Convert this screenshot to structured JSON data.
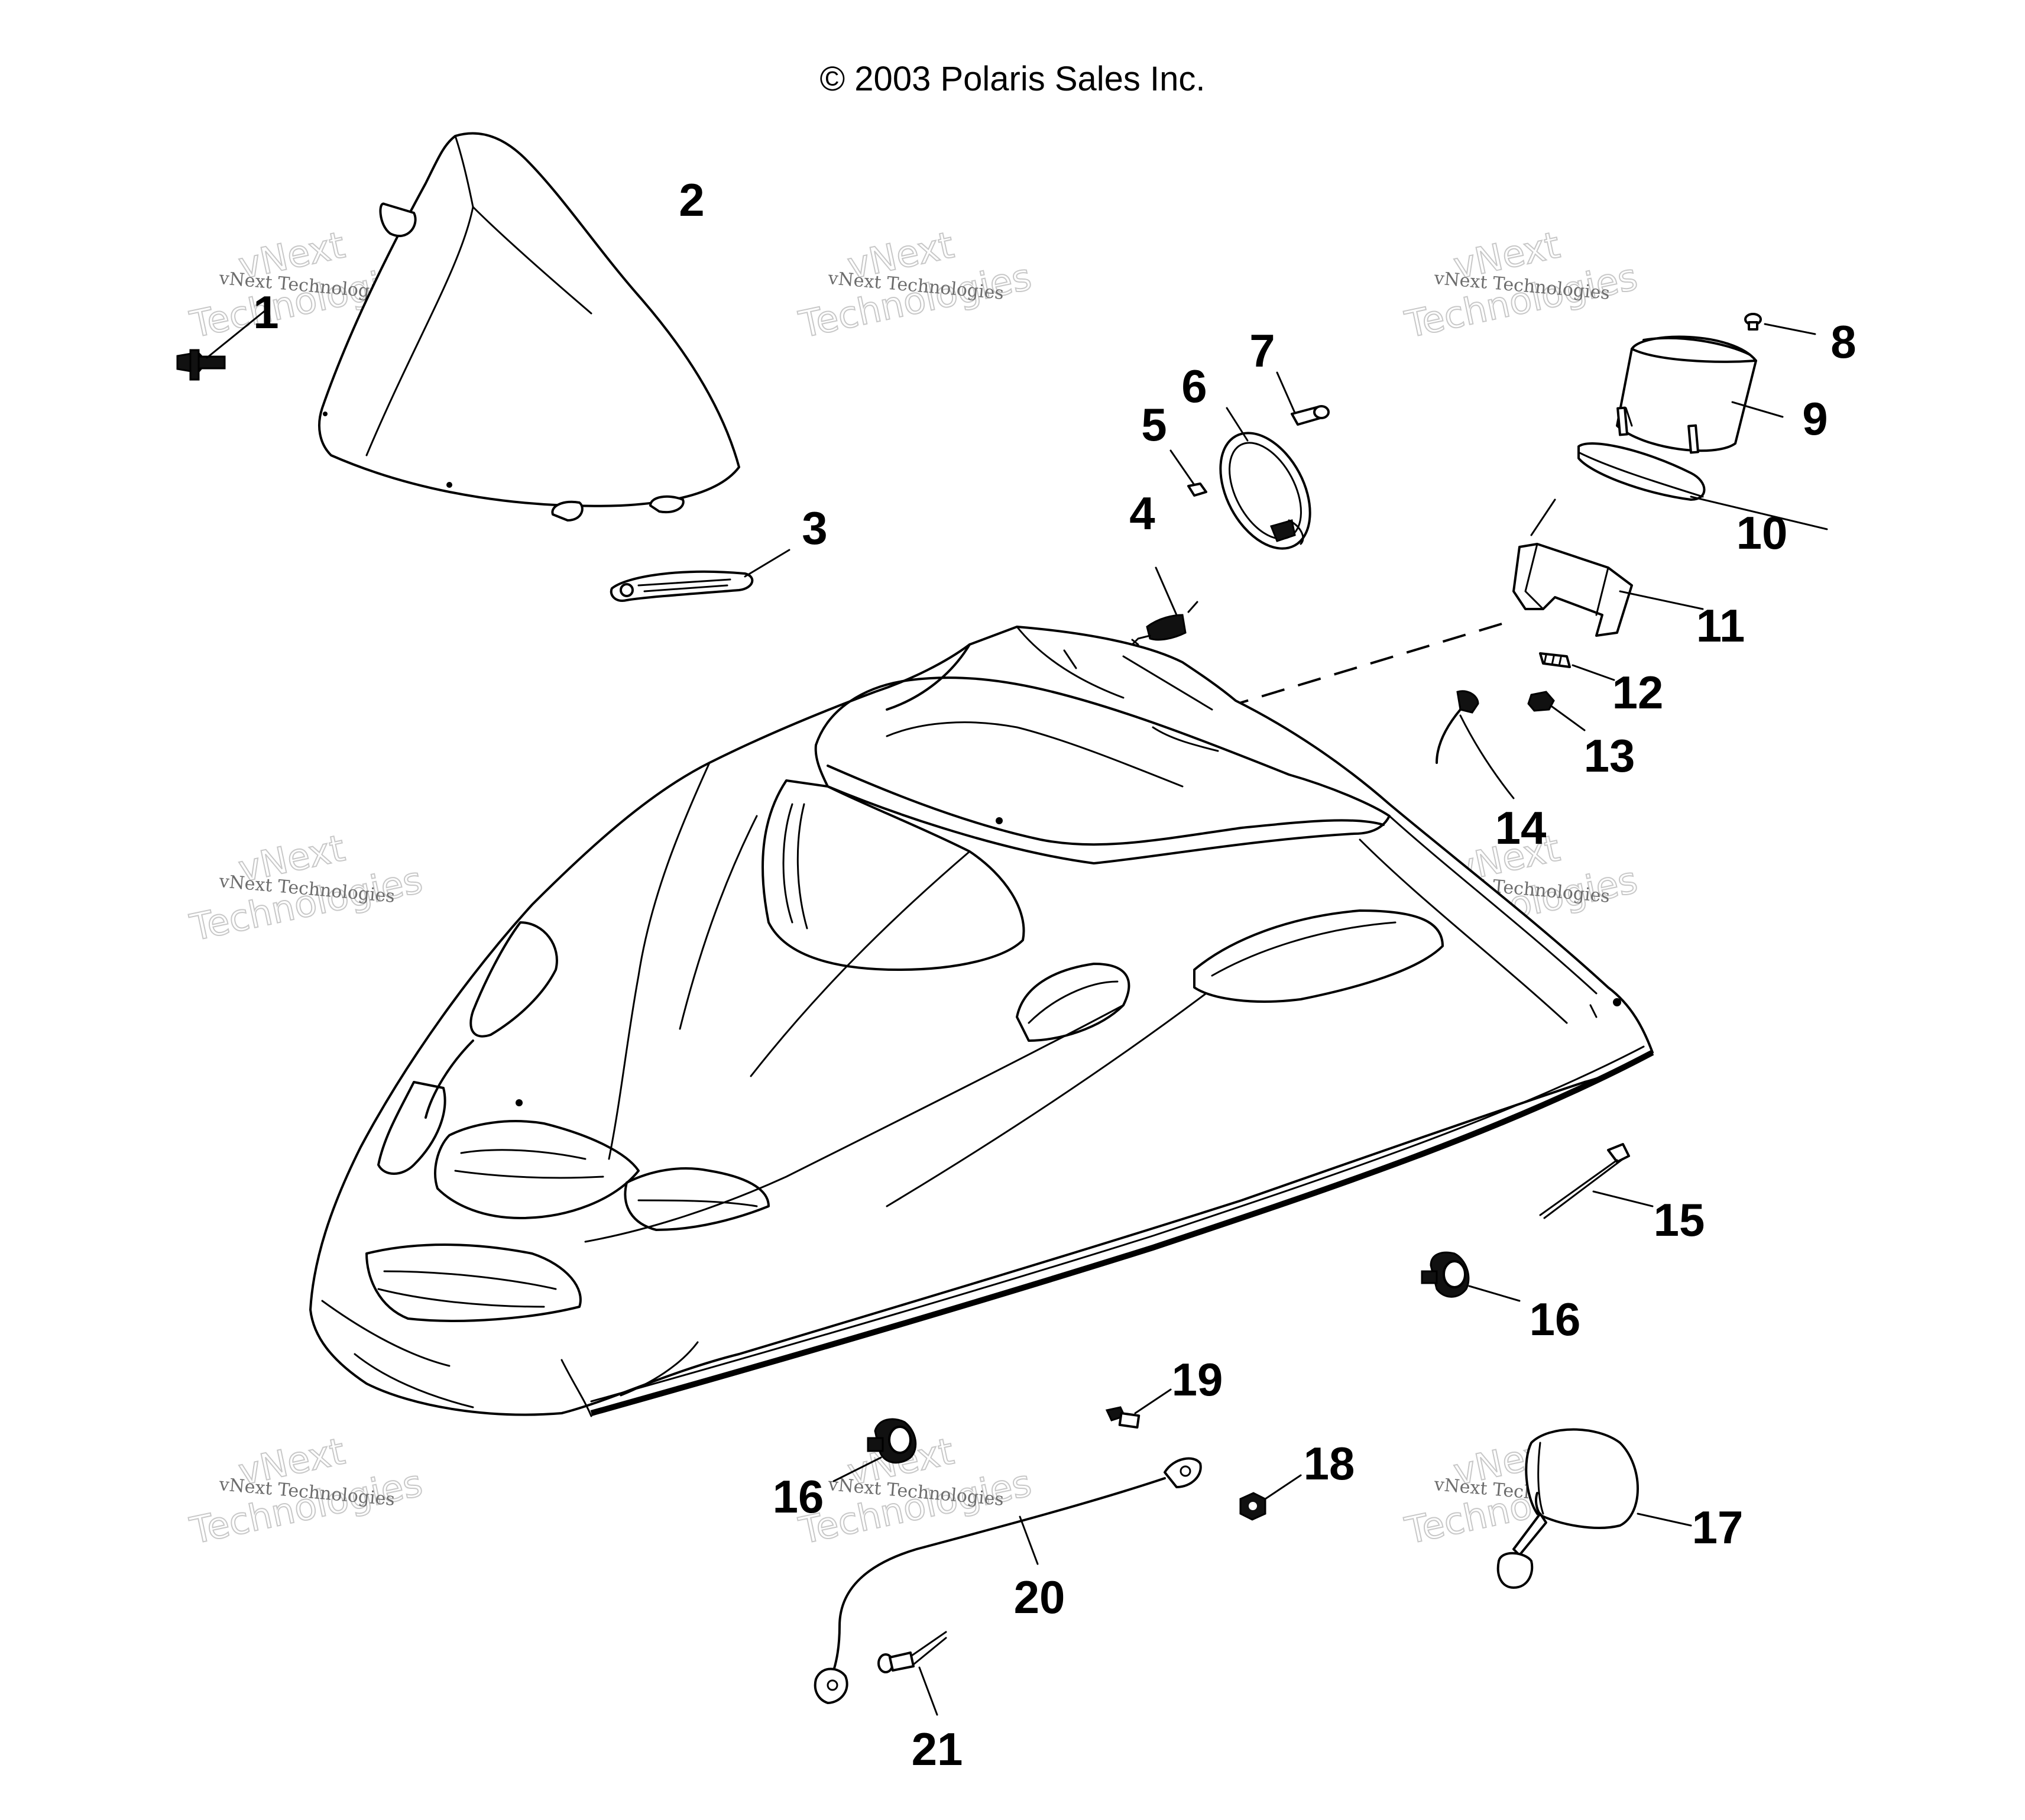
{
  "copyright": "© 2003 Polaris Sales Inc.",
  "watermark": {
    "line1": "vNext Technologies",
    "line2": "vNext",
    "line3": "Technologies"
  },
  "callouts": [
    "1",
    "2",
    "3",
    "4",
    "5",
    "6",
    "7",
    "8",
    "9",
    "10",
    "11",
    "12",
    "13",
    "14",
    "15",
    "16",
    "16",
    "17",
    "18",
    "19",
    "20",
    "21"
  ]
}
